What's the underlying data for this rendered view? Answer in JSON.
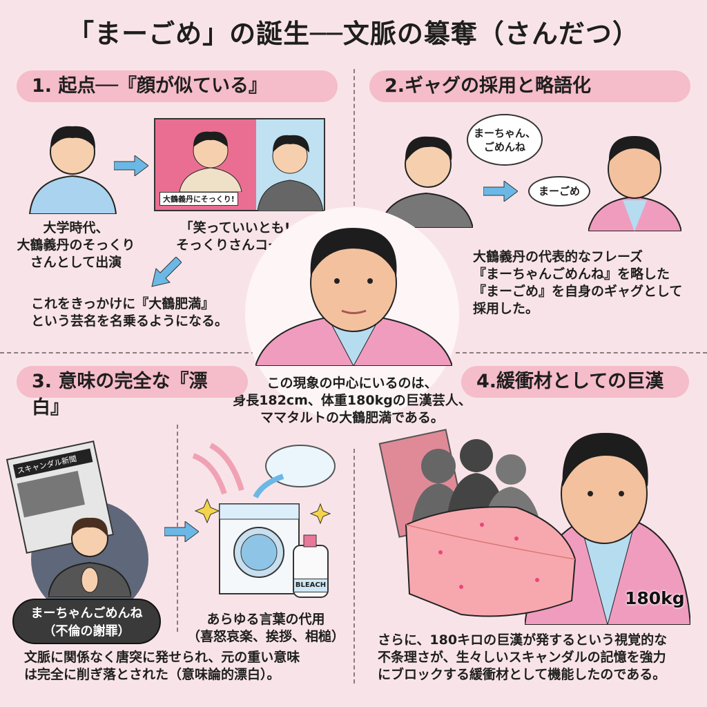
{
  "title": "「まーごめ」の誕生──文脈の簒奪（さんだつ）",
  "section1": {
    "heading": "1. 起点──『顔が似ている』",
    "tv_caption": "大鶴義丹にそっくり!",
    "left_caption": [
      "大学時代、",
      "大鶴義丹のそっくり",
      "さんとして出演"
    ],
    "right_caption": [
      "「笑っていいとも!」",
      "そっくりさんコーナー"
    ],
    "result": [
      "これをきっかけに『大鶴肥満』",
      "という芸名を名乗るようになる。"
    ]
  },
  "section2": {
    "heading": "2.ギャグの採用と略語化",
    "thought_bubble": [
      "まーちゃん、",
      "ごめんね"
    ],
    "speech_bubble": "まーごめ",
    "body": [
      "大鶴義丹の代表的なフレーズ",
      "『まーちゃんごめんね』を略した",
      "『まーごめ』を自身のギャグとして",
      "採用した。"
    ]
  },
  "center": {
    "body": [
      "この現象の中心にいるのは、",
      "身長182cm、体重180kgの巨漢芸人、",
      "ママタルトの大鶴肥満である。"
    ]
  },
  "section3": {
    "heading": "3. 意味の完全な『漂白』",
    "newspaper_title": "スキャンダル新聞",
    "apology_label": [
      "まーちゃんごめんね",
      "（不倫の謝罪）"
    ],
    "bleach_label": "BLEACH",
    "washer_caption": [
      "あらゆる言葉の代用",
      "（喜怒哀楽、挨拶、相槌）"
    ],
    "body": [
      "文脈に関係なく唐突に発せられ、元の重い意味",
      "は完全に削ぎ落とされた（意味論的漂白）。"
    ]
  },
  "section4": {
    "heading": "4.緩衝材としての巨漢",
    "weight_label": "180kg",
    "body": [
      "さらに、180キロの巨漢が発するという視覚的な",
      "不条理さが、生々しいスキャンダルの記憶を強力",
      "にブロックする緩衝材として機能したのである。"
    ]
  },
  "colors": {
    "background": "#f8e4e8",
    "pill": "#f5bcc9",
    "arrow": "#6bb8e6",
    "jacket": "#f09cbf",
    "shirt": "#b6dcf0"
  }
}
